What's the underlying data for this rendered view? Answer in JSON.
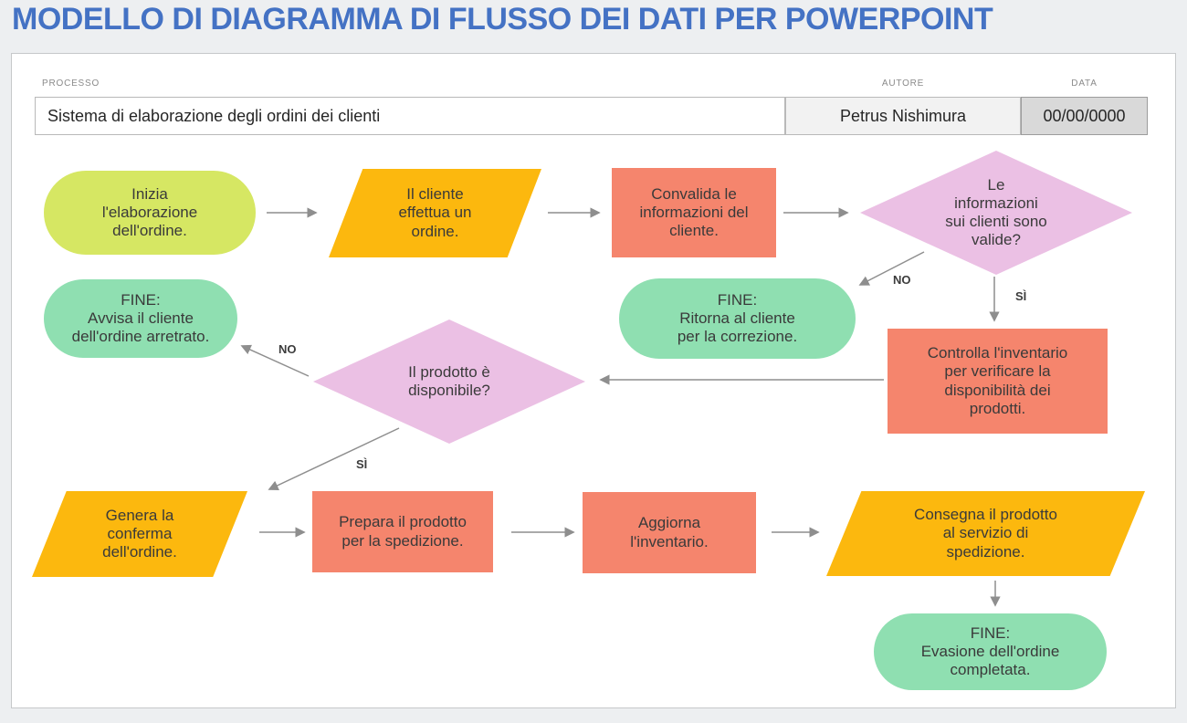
{
  "title": "MODELLO DI DIAGRAMMA DI FLUSSO DEI DATI PER POWERPOINT",
  "header": {
    "process_label": "PROCESSO",
    "author_label": "AUTORE",
    "date_label": "DATA",
    "process_value": "Sistema di elaborazione degli ordini dei clienti",
    "author_value": "Petrus Nishimura",
    "date_value": "00/00/0000"
  },
  "colors": {
    "title_blue": "#4472c4",
    "start_green": "#d6e763",
    "end_mint": "#8fdfb1",
    "process_salmon": "#f5856d",
    "decision_pink": "#ebc0e4",
    "io_orange": "#fcb80e",
    "arrow_gray": "#8e8e8e"
  },
  "flowchart": {
    "nodes": [
      {
        "id": "start",
        "type": "terminator-start",
        "text": "Inizia\nl'elaborazione\ndell'ordine."
      },
      {
        "id": "customer-order",
        "type": "input-output",
        "text": "Il cliente\neffettua un\nordine."
      },
      {
        "id": "validate-info",
        "type": "process",
        "text": "Convalida le\ninformazioni del\ncliente."
      },
      {
        "id": "info-valid",
        "type": "decision",
        "text": "Le\ninformazioni\nsui clienti sono\nvalide?"
      },
      {
        "id": "end-correction",
        "type": "terminator-end",
        "text": "FINE:\nRitorna al cliente\nper la correzione."
      },
      {
        "id": "check-inventory",
        "type": "process",
        "text": "Controlla l'inventario\nper verificare la\ndisponibilità dei\nprodotti."
      },
      {
        "id": "end-backorder",
        "type": "terminator-end",
        "text": "FINE:\nAvvisa il cliente\ndell'ordine arretrato."
      },
      {
        "id": "product-available",
        "type": "decision",
        "text": "Il prodotto è\ndisponibile?"
      },
      {
        "id": "generate-confirmation",
        "type": "input-output",
        "text": "Genera la\nconferma\ndell'ordine."
      },
      {
        "id": "prepare-shipping",
        "type": "process",
        "text": "Prepara il prodotto\nper la spedizione."
      },
      {
        "id": "update-inventory",
        "type": "process",
        "text": "Aggiorna\nl'inventario."
      },
      {
        "id": "deliver-shipping",
        "type": "input-output",
        "text": "Consegna il prodotto\nal servizio di\nspedizione."
      },
      {
        "id": "end-complete",
        "type": "terminator-end",
        "text": "FINE:\nEvasione dell'ordine\ncompletata."
      }
    ],
    "edge_labels": [
      {
        "id": "info-valid-no",
        "text": "NO"
      },
      {
        "id": "info-valid-yes",
        "text": "SÌ"
      },
      {
        "id": "product-available-no",
        "text": "NO"
      },
      {
        "id": "product-available-yes",
        "text": "SÌ"
      }
    ]
  }
}
